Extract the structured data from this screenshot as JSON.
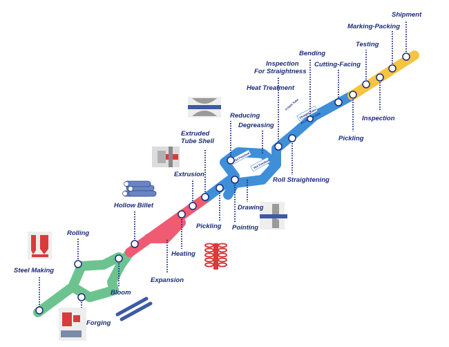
{
  "colors": {
    "green": "#6cc38f",
    "red": "#ef5b73",
    "blue": "#3f8fd8",
    "yellow": "#f7c340",
    "label": "#1a2a7a",
    "leader": "#1a2a7a"
  },
  "labels": {
    "steel_making": "Steel Making",
    "rolling": "Rolling",
    "forging": "Forging",
    "bloom": "Bloom",
    "hollow_billet": "Hollow Billet",
    "expansion": "Expansion",
    "heating": "Heating",
    "extrusion": "Extrusion",
    "extruded_tube_shell": "Extruded\nTube Shell",
    "pickling_1": "Pickling",
    "pointing": "Pointing",
    "drawing": "Drawing",
    "reducing": "Reducing",
    "degreasing": "Degreasing",
    "heat_treatment": "Heat Treatment",
    "roll_straightening": "Roll Straightening",
    "inspection_straightness": "Inspection\nFor Straightness",
    "bending": "Bending",
    "cutting_facing": "Cutting-Facing",
    "pickling_2": "Pickling",
    "testing": "Testing",
    "marking_packing": "Marking-Packing",
    "shipment": "Shipment",
    "inspection_final": "Inspection"
  },
  "branch_labels": {
    "cold_finished": "Cold Finished",
    "hot_finished": "Hot Finished",
    "u_bent_tube": "U-bent Tube",
    "straight_tube": "Straight Tube",
    "straight_length": "As straight tube"
  },
  "icons": {
    "steel_making": "ladle-icon",
    "forging": "press-icon",
    "bloom": "bloom-bars-icon",
    "hollow_billet": "billet-stack-icon",
    "heating": "heating-coil-icon",
    "extrusion": "extrusion-die-icon",
    "reducing": "reducing-rolls-icon",
    "drawing": "drawing-die-icon"
  }
}
